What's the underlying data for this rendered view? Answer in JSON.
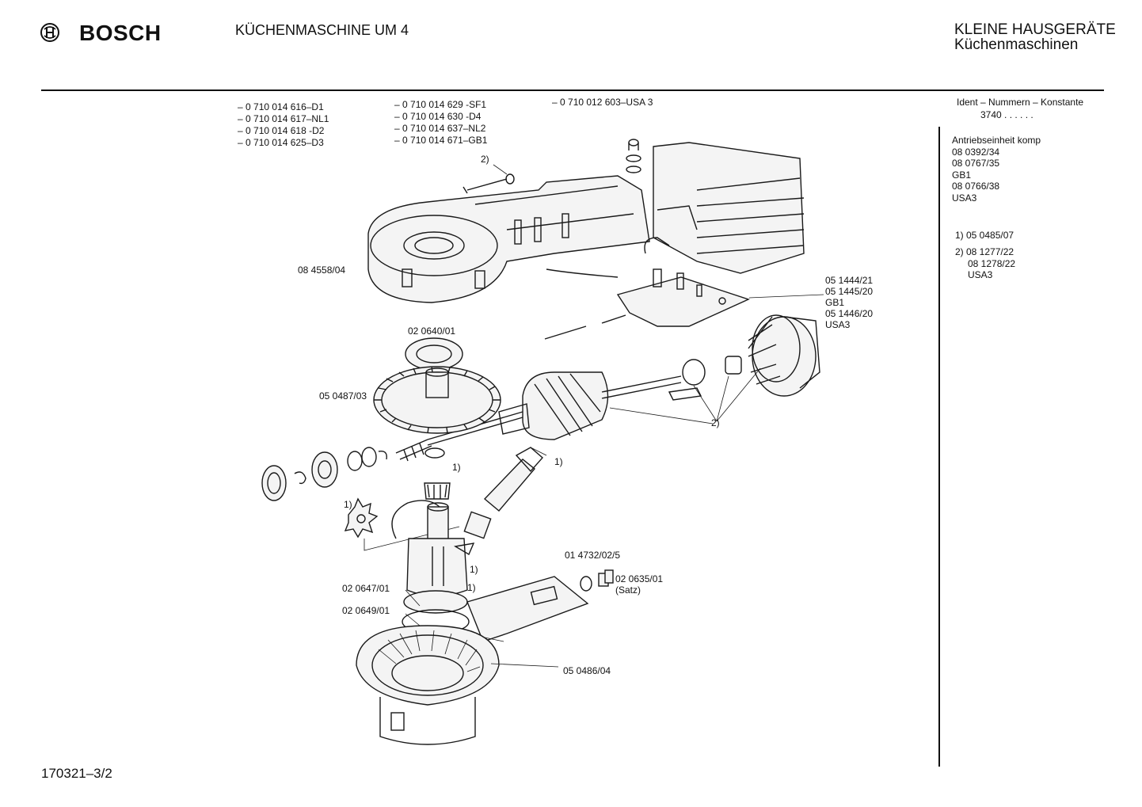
{
  "header": {
    "brand": "BOSCH",
    "title": "KÜCHENMASCHINE UM 4",
    "category_line1": "KLEINE HAUSGERÄTE",
    "category_line2": "Küchenmaschinen"
  },
  "models": {
    "col1": [
      "– 0 710 014 616–D1",
      "– 0 710 014 617–NL1",
      "– 0 710 014 618 -D2",
      "– 0 710 014 625–D3"
    ],
    "col2": [
      "– 0 710 014 629 -SF1",
      "– 0 710 014 630 -D4",
      "– 0 710 014 637–NL2",
      "– 0 710 014 671–GB1"
    ],
    "col3": [
      "– 0 710 012 603–USA 3"
    ]
  },
  "sidebar": {
    "ident_heading": "Ident – Nummern – Konstante",
    "ident_value": "3740 . . . . . .",
    "unit_title": "Antriebseinheit komp",
    "unit_lines": [
      "08 0392/34",
      "08 0767/35",
      "GB1",
      "08 0766/38",
      "USA3"
    ],
    "note1": "1) 05 0485/07",
    "note2_lines": [
      "2) 08 1277/22",
      "08 1278/22",
      "USA3"
    ]
  },
  "parts": {
    "housing": "08 4558/04",
    "board_lines": [
      "05 1444/21",
      "05 1445/20",
      "GB1",
      "05 1446/20",
      "USA3"
    ],
    "bearing_ring": "02 0640/01",
    "gear": "05 0487/03",
    "ref2": "2)",
    "ref2b": "2)",
    "ref1a": "1)",
    "ref1b": "1)",
    "ref1c": "1)",
    "ref1d": "1)",
    "ref1e": "1)",
    "spring": "01 4732/02/5",
    "brush_line1": "02 0635/01",
    "brush_line2": "(Satz)",
    "bearing1": "02 0647/01",
    "bearing2": "02 0649/01",
    "base": "05 0486/04"
  },
  "footer": {
    "code": "170321–3/2"
  }
}
